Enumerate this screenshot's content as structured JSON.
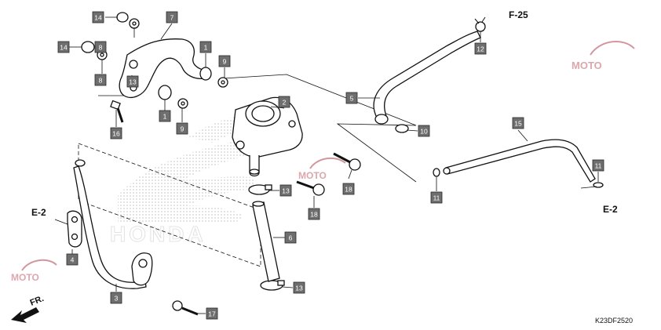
{
  "diagram": {
    "code": "K23DF2520",
    "front_label": "FR.",
    "references": {
      "f25": "F-25",
      "e2_left": "E-2",
      "e2_right": "E-2"
    },
    "watermark": {
      "brand_text": "HONDA",
      "moto_text": "MOTO"
    },
    "callouts": [
      "14",
      "7",
      "14",
      "8",
      "8",
      "13",
      "1",
      "9",
      "1",
      "9",
      "16",
      "2",
      "5",
      "12",
      "10",
      "15",
      "11",
      "11",
      "18",
      "13",
      "18",
      "6",
      "13",
      "4",
      "3",
      "17"
    ]
  }
}
